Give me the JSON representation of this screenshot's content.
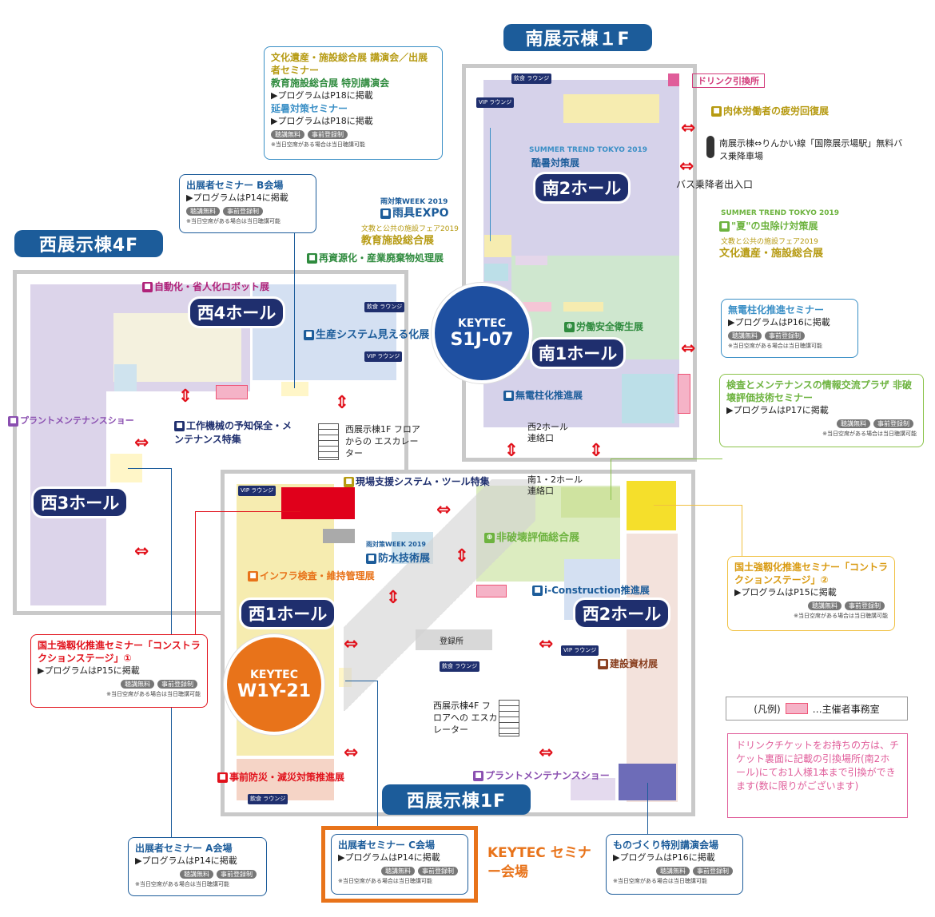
{
  "buildings": {
    "south1f": "南展示棟１F",
    "west4f": "西展示棟4F",
    "west1f": "西展示棟1F"
  },
  "halls": {
    "south2": "南2ホール",
    "south1": "南1ホール",
    "west4": "西4ホール",
    "west3": "西3ホール",
    "west1": "西1ホール",
    "west2": "西2ホール"
  },
  "booths": {
    "s1j07": {
      "company": "KEYTEC",
      "code": "S1J-07"
    },
    "w1y21": {
      "company": "KEYTEC",
      "code": "W1Y-21"
    }
  },
  "exhibitions": {
    "heat": "酷暑対策展",
    "summer_trend": "SUMMER TREND TOKYO 2019",
    "rain": "雨対策WEEK 2019",
    "rain_expo": "雨具EXPO",
    "edu_fair": "文教と公共の施設フェア2019",
    "edu": "教育施設総合展",
    "recycle": "再資源化・産業廃棄物処理展",
    "labor": "労働安全衛生展",
    "pole": "無電柱化推進展",
    "bug": "\"夏\"の虫除け対策展",
    "culture": "文化遺産・施設総合展",
    "fatigue": "肉体労働者の疲労回復展",
    "robot": "自動化・省人化ロボット展",
    "production": "生産システム見える化展",
    "machine": "工作機械の予知保全・メンテナンス特集",
    "plant": "プラントメンテナンスショー",
    "site": "現場支援システム・ツール特集",
    "waterproof": "防水技術展",
    "infra": "インフラ検査・維持管理展",
    "ndt": "非破壊評価総合展",
    "icon": "i-Construction推進展",
    "material": "建設資材展",
    "disaster": "事前防災・減災対策推進展"
  },
  "places": {
    "drink": "ドリンク引換所",
    "bus": "南展示棟⇔りんかい線「国際展示場駅」無料バス乗降車場",
    "bus_exit": "バス乗降者出入口",
    "west2_passage": "西2ホール 連絡口",
    "west12_passage": "南1・2ホール 連絡口",
    "esc_west4": "西展示棟1F フロアからの エスカレーター",
    "esc_west1": "西展示棟4F フロアへの エスカレーター",
    "reception": "登録所",
    "vip": "VIP ラウンジ",
    "food": "飲食 ラウンジ"
  },
  "seminars": {
    "culture": {
      "title": "文化遺産・施設総合展 講演会／出展者セミナー",
      "sub": "教育施設総合展 特別講演会",
      "program": "▶プログラムはP18に掲載",
      "sub2": "延暑対策セミナー",
      "program2": "▶プログラムはP18に掲載"
    },
    "b": {
      "title": "出展者セミナー B会場",
      "program": "▶プログラムはP14に掲載"
    },
    "pole": {
      "title": "無電柱化推進セミナー",
      "program": "▶プログラムはP16に掲載"
    },
    "ndt": {
      "title": "検査とメンテナンスの情報交流プラザ 非破壊評価技術セミナー",
      "program": "▶プログラムはP17に掲載"
    },
    "stage2": {
      "title": "国土強靱化推進セミナー「コントラクションステージ」②",
      "program": "▶プログラムはP15に掲載"
    },
    "stage1": {
      "title": "国土強靱化推進セミナー「コンストラクションステージ」①",
      "program": "▶プログラムはP15に掲載"
    },
    "a": {
      "title": "出展者セミナー A会場",
      "program": "▶プログラムはP14に掲載"
    },
    "c": {
      "title": "出展者セミナー C会場",
      "program": "▶プログラムはP14に掲載"
    },
    "mono": {
      "title": "ものづくり特別講演会場",
      "program": "▶プログラムはP16に掲載"
    }
  },
  "tags": {
    "free": "聴講無料",
    "reg": "事前登録制"
  },
  "note": "※当日空席がある場合は当日聴講可能",
  "keytec_seminar": "KEYTEC セミナー会場",
  "legend": {
    "label": "(凡例)",
    "text": "…主催者事務室"
  },
  "drink_notice": "ドリンクチケットをお持ちの方は、チケット裏面に記載の引換場所(南2ホール)にてお1人様1本まで引換ができます(数に限りがございます)",
  "colors": {
    "title_blue": "#1c5c9a",
    "hall_navy": "#1f2f6e",
    "arrow_red": "#e1111b",
    "keytec_blue": "#1e4fa0",
    "keytec_orange": "#e8731a"
  }
}
